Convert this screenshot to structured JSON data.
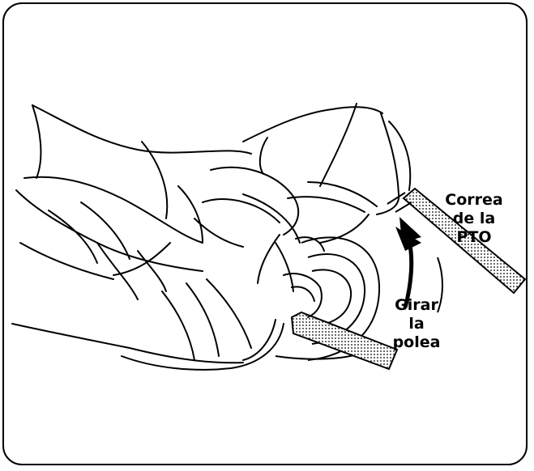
{
  "labels": {
    "belt": [
      "Correa",
      "de la",
      "PTO"
    ],
    "rotate": [
      "Girar",
      "la",
      "polea"
    ]
  },
  "illustration": {
    "icon": "hand-rotating-pulley-illustration",
    "stroke_color": "#000000",
    "belt_pattern_color": "#000000"
  }
}
